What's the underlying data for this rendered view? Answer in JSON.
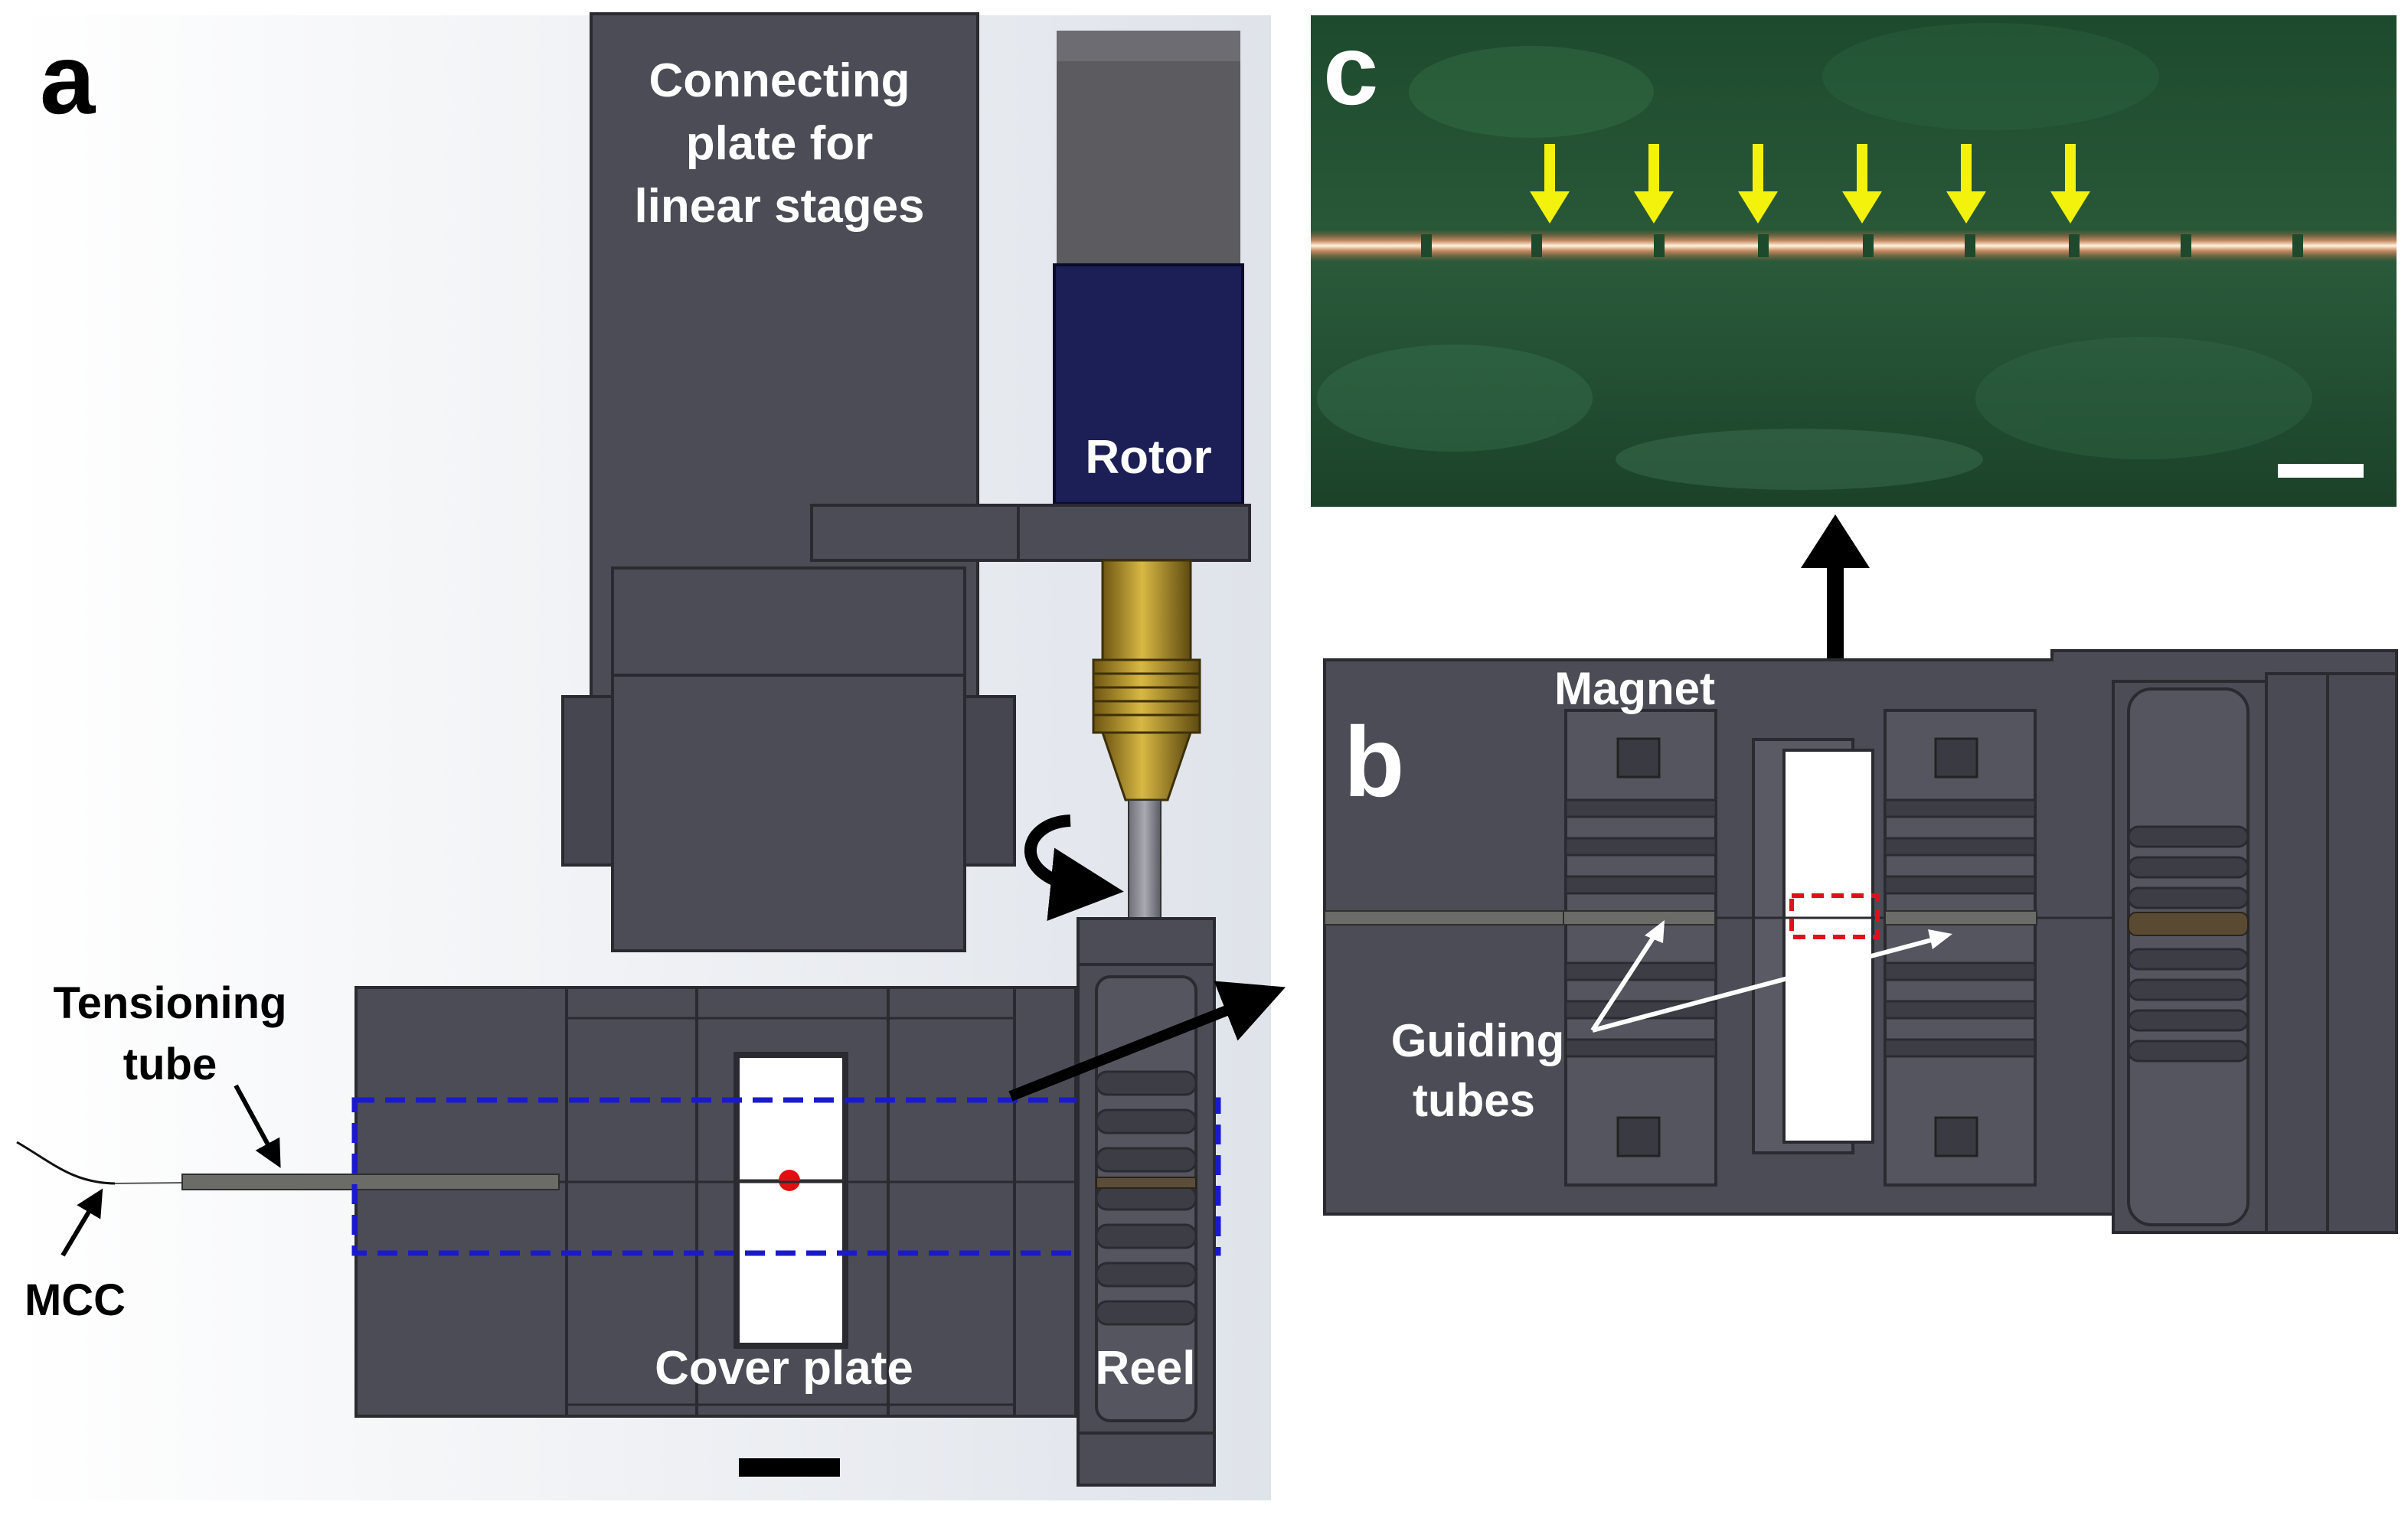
{
  "panels": {
    "a": {
      "letter": "a",
      "labels": {
        "connecting_plate": [
          "Connecting",
          "plate for",
          "linear stages"
        ],
        "rotor": "Rotor",
        "tensioning_tube": [
          "Tensioning",
          "tube"
        ],
        "mcc": "MCC",
        "cover_plate": "Cover plate",
        "reel": "Reel"
      }
    },
    "b": {
      "letter": "b",
      "labels": {
        "magnet": "Magnet",
        "guiding_tubes": [
          "Guiding",
          "tubes"
        ]
      }
    },
    "c": {
      "letter": "c",
      "arrow_count": 6
    }
  },
  "colors": {
    "machine_gray": "#4c4c56",
    "machine_edge": "#2a2a30",
    "rotor_navy": "#1c1f55",
    "collet_gold": "#b8972a",
    "highlight_box_blue": "#1a1acc",
    "highlight_box_red": "#e0101a",
    "sample_dot_red": "#e01010",
    "micrograph_green": "#1f4a30",
    "fiber_line": "#f3d9b8",
    "marker_yellow": "#f2f20c",
    "label_white": "#ffffff",
    "label_black": "#000000"
  },
  "icons": [
    "rotation-arrow-icon",
    "pointer-arrow-icon",
    "scale-bar"
  ]
}
